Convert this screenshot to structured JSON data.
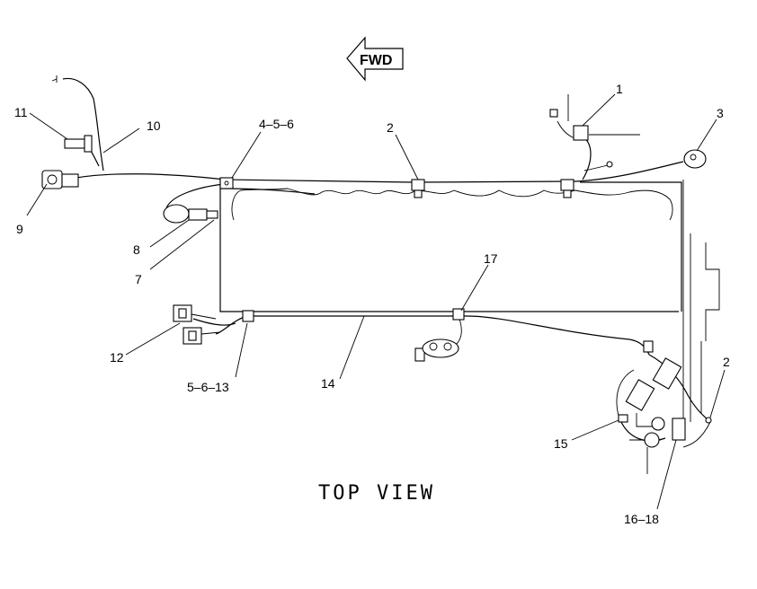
{
  "direction_arrow": {
    "label": "FWD"
  },
  "view_caption": "TOP VIEW",
  "callouts": {
    "c1": "1",
    "c2_top": "2",
    "c2_right": "2",
    "c3": "3",
    "c4_5_6": "4–5–6",
    "c5_6_13": "5–6–13",
    "c7": "7",
    "c8": "8",
    "c9": "9",
    "c10": "10",
    "c11": "11",
    "c12": "12",
    "c14": "14",
    "c15": "15",
    "c16_18": "16–18",
    "c17": "17"
  }
}
